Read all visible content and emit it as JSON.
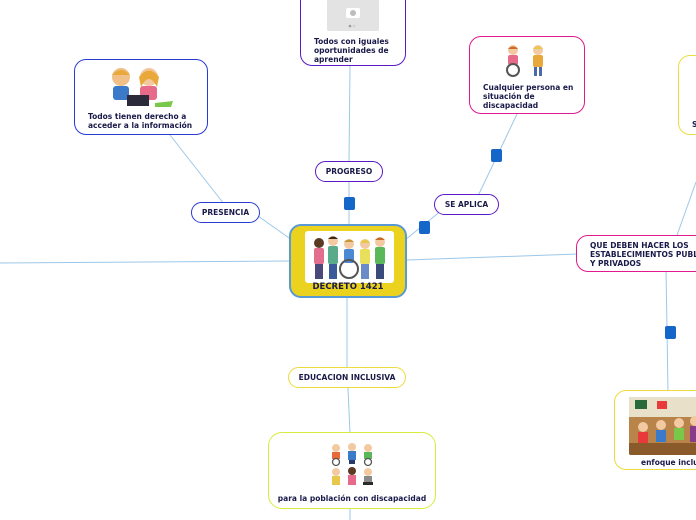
{
  "central": {
    "label": "DECRETO 1421"
  },
  "connectors": {
    "progreso": "PROGRESO",
    "presencia": "PRESENCIA",
    "se_aplica": "SE APLICA",
    "educacion_inclusiva": "EDUCACION INCLUSIVA"
  },
  "topics": {
    "igualdad": "Todos con iguales oportunidades de aprender",
    "informacion": "Todos tienen derecho a acceder a la información",
    "discapacidad": "Cualquier persona en situación de discapacidad",
    "privados": "QUE DEBEN HACER LOS ESTABLECIMIENTOS PUBLICOS Y PRIVADOS",
    "poblacion": "para la población con discapacidad",
    "enfoque": "enfoque inclusivo",
    "right_partial": "S"
  },
  "colors": {
    "central_fill": "#ead21e",
    "central_border": "#5a9ad4",
    "purple": "#5a1ac8",
    "blue": "#2a3ad4",
    "magenta": "#e0198c",
    "lime": "#d8ec3c",
    "yellow": "#ecdc3c",
    "line": "#9cc8ea",
    "handle": "#1466c8"
  }
}
